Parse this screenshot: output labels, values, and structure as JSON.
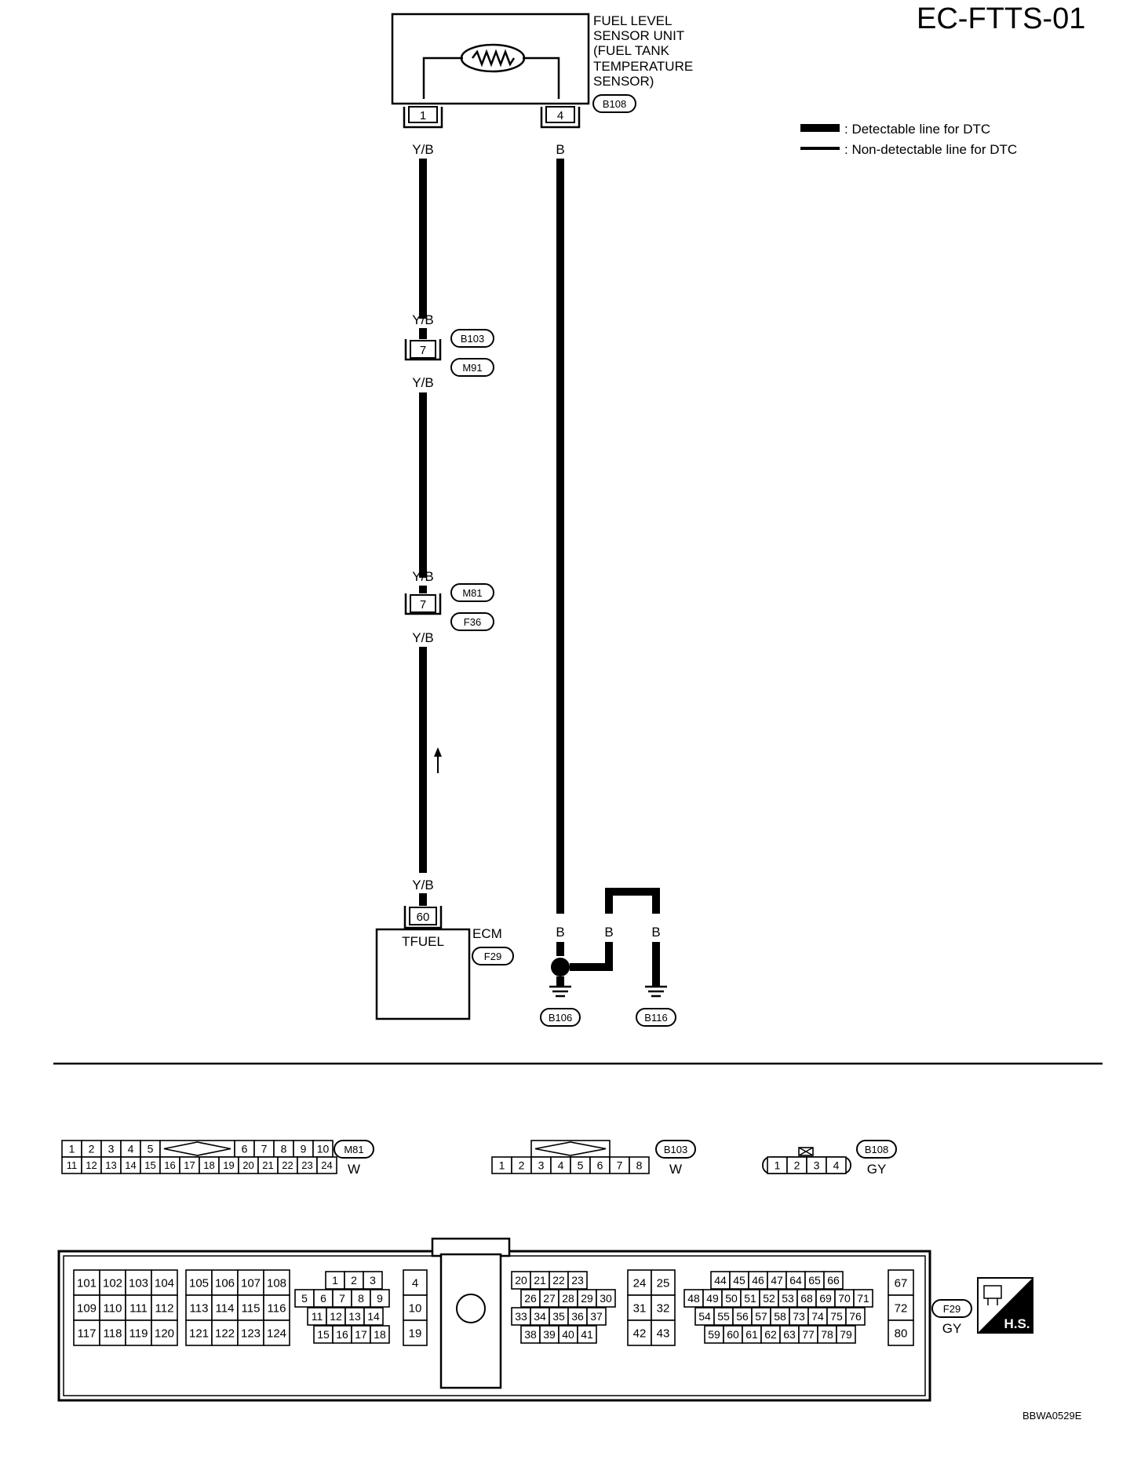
{
  "page": {
    "title": "EC-FTTS-01",
    "figure_id": "BBWA0529E"
  },
  "legend": {
    "detectable": ": Detectable line for DTC",
    "non_detectable": ": Non-detectable line for DTC"
  },
  "sensor": {
    "name_lines": [
      "FUEL LEVEL",
      "SENSOR UNIT",
      "(FUEL TANK",
      "TEMPERATURE",
      "SENSOR)"
    ],
    "connector": "B108",
    "pin_left": "1",
    "pin_right": "4"
  },
  "wires": {
    "yb": "Y/B",
    "b": "B"
  },
  "joint1": {
    "pin": "7",
    "conn_top": "B103",
    "conn_bottom": "M91"
  },
  "joint2": {
    "pin": "7",
    "conn_top": "M81",
    "conn_bottom": "F36"
  },
  "ecm": {
    "pin": "60",
    "signal": "TFUEL",
    "name": "ECM",
    "connector": "F29"
  },
  "grounds": {
    "g1": "B106",
    "g2": "B116"
  },
  "connector_views": {
    "m81": {
      "id": "M81",
      "color": "W",
      "row1_left": [
        "1",
        "2",
        "3",
        "4",
        "5"
      ],
      "row1_right": [
        "6",
        "7",
        "8",
        "9",
        "10"
      ],
      "row2": [
        "11",
        "12",
        "13",
        "14",
        "15",
        "16",
        "17",
        "18",
        "19",
        "20",
        "21",
        "22",
        "23",
        "24"
      ]
    },
    "b103": {
      "id": "B103",
      "color": "W",
      "pins": [
        "1",
        "2",
        "3",
        "4",
        "5",
        "6",
        "7",
        "8"
      ]
    },
    "b108": {
      "id": "B108",
      "color": "GY",
      "pins": [
        "1",
        "2",
        "3",
        "4"
      ]
    },
    "f29": {
      "id": "F29",
      "color": "GY",
      "badge": "H.S.",
      "g1": [
        [
          "101",
          "102",
          "103",
          "104"
        ],
        [
          "109",
          "110",
          "111",
          "112"
        ],
        [
          "117",
          "118",
          "119",
          "120"
        ]
      ],
      "g2": [
        [
          "105",
          "106",
          "107",
          "108"
        ],
        [
          "113",
          "114",
          "115",
          "116"
        ],
        [
          "121",
          "122",
          "123",
          "124"
        ]
      ],
      "g3": [
        [
          "1",
          "2",
          "3"
        ],
        [
          "5",
          "6",
          "7",
          "8",
          "9"
        ],
        [
          "11",
          "12",
          "13",
          "14"
        ],
        [
          "15",
          "16",
          "17",
          "18"
        ]
      ],
      "g4": [
        "4",
        "10",
        "19"
      ],
      "g5": [
        [
          "20",
          "21",
          "22",
          "23"
        ],
        [
          "26",
          "27",
          "28",
          "29",
          "30"
        ],
        [
          "33",
          "34",
          "35",
          "36",
          "37"
        ],
        [
          "38",
          "39",
          "40",
          "41"
        ]
      ],
      "g6": [
        [
          "24",
          "25"
        ],
        [
          "31",
          "32"
        ],
        [
          "42",
          "43"
        ]
      ],
      "g7": [
        [
          "44",
          "45",
          "46",
          "47",
          "64",
          "65",
          "66"
        ],
        [
          "48",
          "49",
          "50",
          "51",
          "52",
          "53",
          "68",
          "69",
          "70",
          "71"
        ],
        [
          "54",
          "55",
          "56",
          "57",
          "58",
          "73",
          "74",
          "75",
          "76"
        ],
        [
          "59",
          "60",
          "61",
          "62",
          "63",
          "77",
          "78",
          "79"
        ]
      ],
      "g8": [
        "67",
        "72",
        "80"
      ]
    }
  }
}
